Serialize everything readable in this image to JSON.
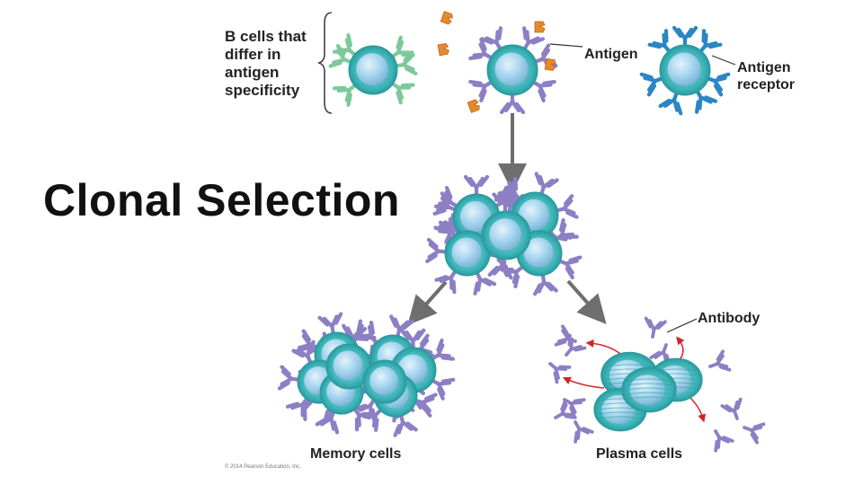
{
  "title": "Clonal Selection",
  "labels": {
    "b_cells_lines": [
      "B cells that",
      "differ in",
      "antigen",
      "specificity"
    ],
    "antigen": "Antigen",
    "antigen_receptor_lines": [
      "Antigen",
      "receptor"
    ],
    "antibody": "Antibody",
    "memory_cells": "Memory cells",
    "plasma_cells": "Plasma cells"
  },
  "copyright": "© 2014 Pearson Education, Inc.",
  "colors": {
    "cell_outer": "#3bb3b6",
    "cell_inner": "#a7d6ef",
    "receptor_green": "#7dc99a",
    "receptor_purple": "#8d7fc4",
    "receptor_blue": "#2a86c4",
    "antigen_orange": "#e58a2b",
    "arrow_gray": "#6e6e6e",
    "arrow_red": "#d2232a"
  }
}
